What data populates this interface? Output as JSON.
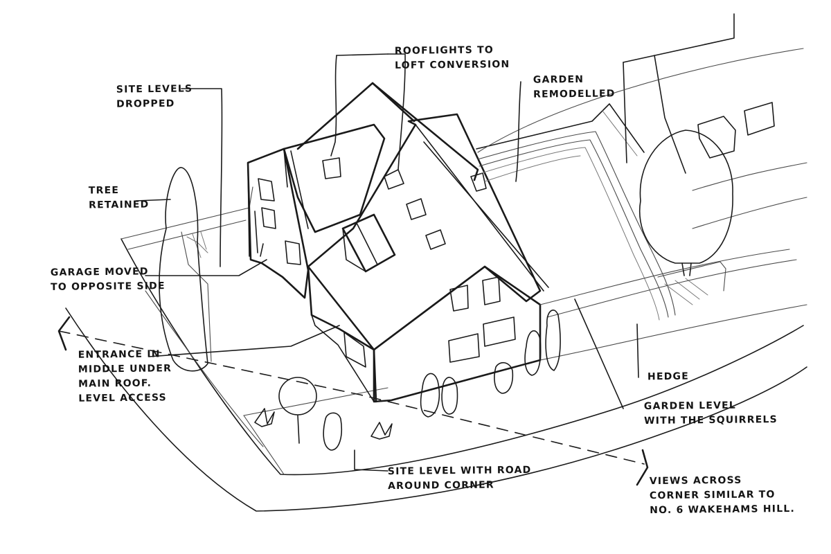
{
  "annotations": {
    "rooflights": "ROOFLIGHTS TO\nLOFT CONVERSION",
    "site_levels_dropped": "SITE LEVELS\nDROPPED",
    "garden_remodelled": "GARDEN\nREMODELLED",
    "tree_retained": "TREE\nRETAINED",
    "garage_moved": "GARAGE MOVED\nTO OPPOSITE SIDE",
    "entrance": "ENTRANCE IN\nMIDDLE UNDER\nMAIN ROOF.\nLEVEL ACCESS",
    "hedge": "HEDGE",
    "garden_level": "GARDEN LEVEL\nWITH THE SQUIRRELS",
    "site_level_road": "SITE LEVEL WITH ROAD\nAROUND CORNER",
    "views_across": "VIEWS ACROSS\nCORNER SIMILAR TO\nNO. 6 WAKEHAMS HILL."
  }
}
